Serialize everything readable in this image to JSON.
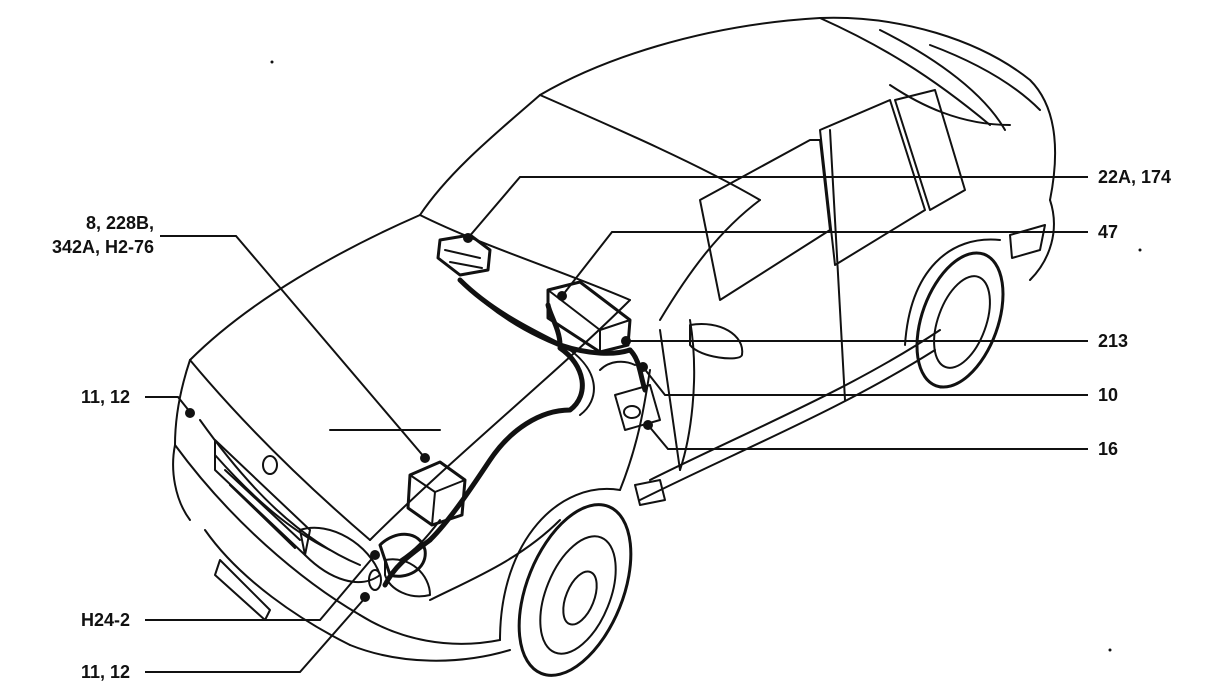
{
  "labels": {
    "l1_line1": "8, 228B,",
    "l1_line2": "342A, H2-76",
    "l2": "11, 12",
    "l3": "H24-2",
    "l4": "11, 12",
    "r1": "22A, 174",
    "r2": "47",
    "r3": "213",
    "r4": "10",
    "r5": "16"
  },
  "colors": {
    "ink": "#111111",
    "background": "#ffffff"
  }
}
